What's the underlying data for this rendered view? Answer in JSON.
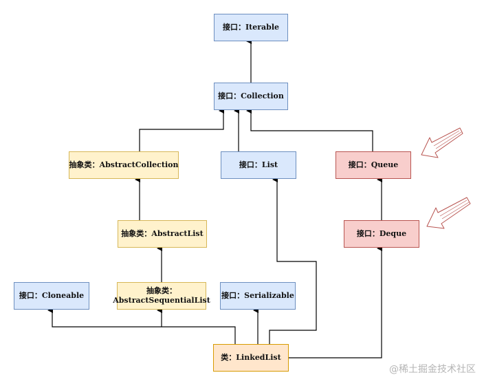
{
  "nodes": {
    "iterable": "接口：Iterable",
    "collection": "接口：Collection",
    "abstract_collection": "抽象类：AbstractCollection",
    "list": "接口：List",
    "queue": "接口：Queue",
    "abstract_list": "抽象类：AbstractList",
    "deque": "接口：Deque",
    "cloneable": "接口：Cloneable",
    "abstract_sequential_list_line1": "抽象类：",
    "abstract_sequential_list_line2": "AbstractSequentialList",
    "serializable": "接口：Serializable",
    "linked_list": "类：LinkedList"
  },
  "colors": {
    "interface_fill": "#dae8fc",
    "interface_stroke": "#6c8ebf",
    "abstract_fill": "#fff2cc",
    "abstract_stroke": "#d6b656",
    "class_fill": "#ffe6cc",
    "class_stroke": "#d79b00",
    "highlight_fill": "#f8cecc",
    "highlight_stroke": "#b85450",
    "callout_arrow_stroke": "#b85450"
  },
  "watermark": "@稀土掘金技术社区"
}
